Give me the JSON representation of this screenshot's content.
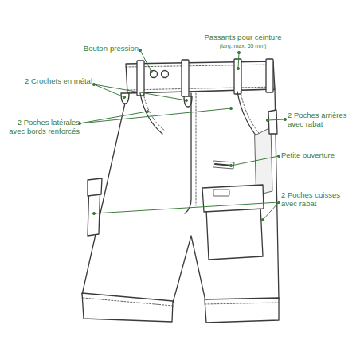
{
  "diagram": {
    "labels": [
      "Bouton-pression",
      "Passants pour ceinture",
      "(larg. max. 55 mm)",
      "2 Crochets en métal",
      "2 Poches latérales avec bords renforcés",
      "2 Poches arrières avec rabat",
      "Petite ouverture",
      "2 Poches cuisses avec rabat"
    ]
  }
}
